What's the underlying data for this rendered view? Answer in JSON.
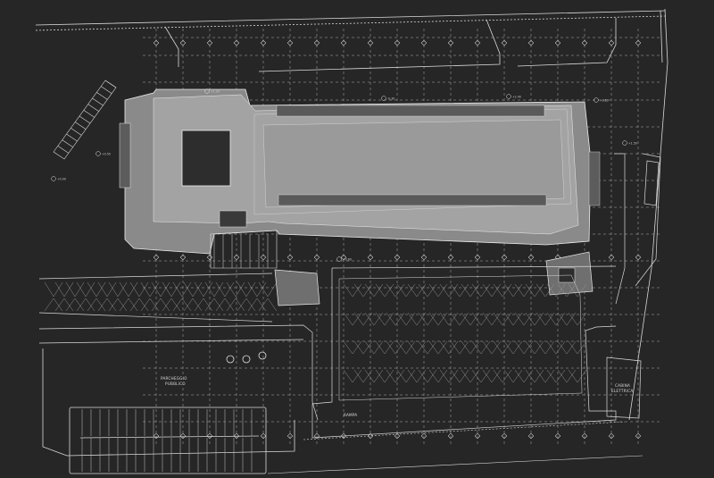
{
  "labels": {
    "parking": "PARCHEGGIO\nPUBBLICO",
    "ramp": "RAMPA",
    "cabin": "CABINA\nELETTRICA"
  },
  "level_marks": [
    "+0.00",
    "+0.50",
    "+1.20",
    "-0.30",
    "+2.40",
    "+0.80",
    "+1.50",
    "+0.60"
  ],
  "colors": {
    "background": "#262626",
    "line": "#d9d9d9",
    "dashed": "#bdbdbd",
    "building": "#8a8a8a",
    "building_light": "#a3a3a3",
    "dark_block": "#2d2d2d",
    "block": "#6f6f6f"
  }
}
